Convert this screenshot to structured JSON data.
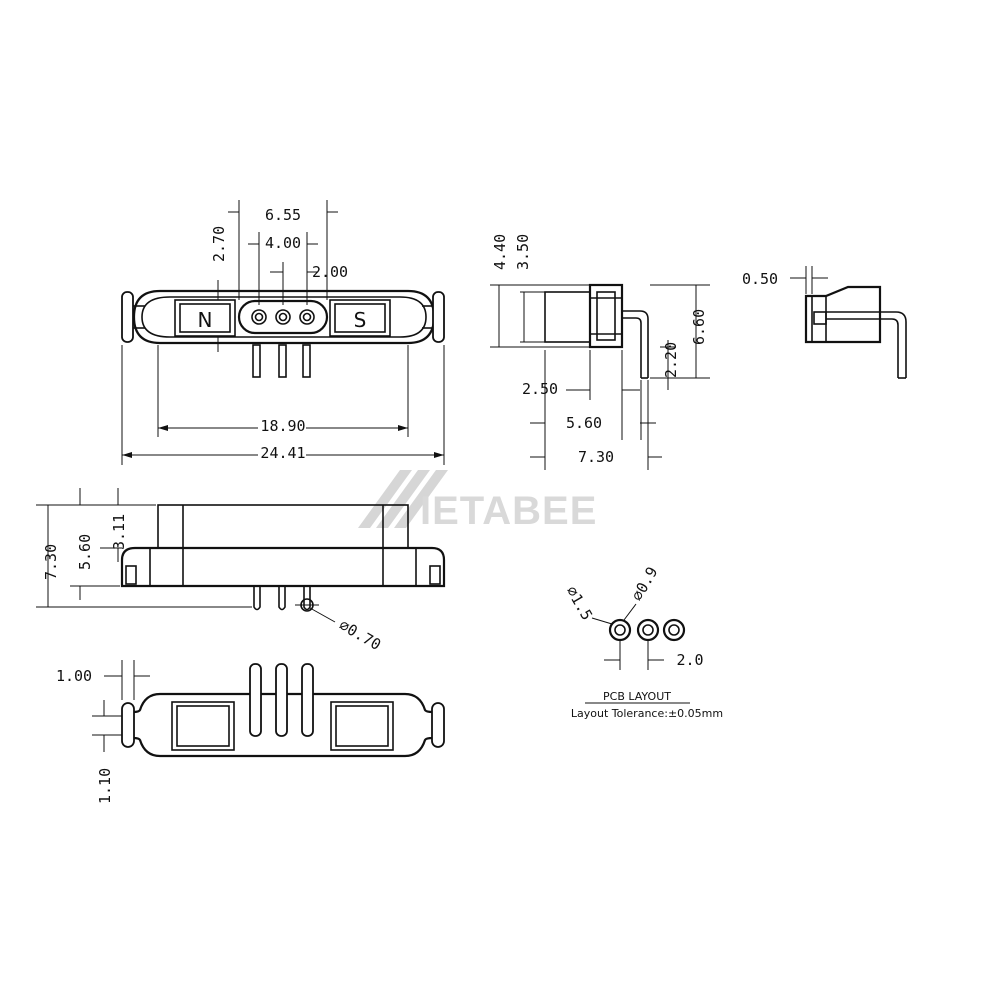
{
  "front_view": {
    "pole_n": "N",
    "pole_s": "S",
    "dim_width_inner": "18.90",
    "dim_width_total": "24.41",
    "dim_pins_span": "6.55",
    "dim_pins_outer": "4.00",
    "dim_pitch": "2.00",
    "dim_height": "2.70"
  },
  "side_view": {
    "dim_height_outer": "4.40",
    "dim_height_inner": "3.50",
    "dim_total_height": "6.60",
    "dim_pin_length": "2.20",
    "dim_a": "2.50",
    "dim_b": "5.60",
    "dim_c": "7.30"
  },
  "detail_view": {
    "dim_gap": "0.50"
  },
  "bottom_view": {
    "dim_total": "7.30",
    "dim_body": "5.60",
    "dim_top": "3.11",
    "dim_pin_dia": "⌀0.70"
  },
  "top_view": {
    "dim_tab": "1.00",
    "dim_tab_height": "1.10"
  },
  "pcb_layout": {
    "pad_outer": "⌀1.5",
    "pad_inner": "⌀0.9",
    "pitch": "2.0",
    "title": "PCB LAYOUT",
    "tolerance": "Layout Tolerance:±0.05mm"
  },
  "watermark": {
    "brand": "IETABEE"
  }
}
